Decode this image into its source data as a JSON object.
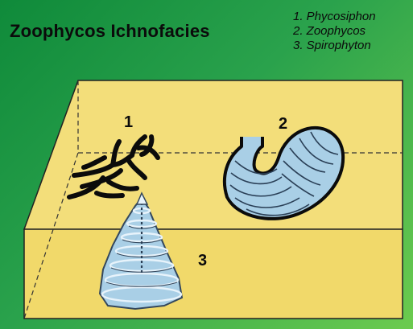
{
  "title": "Zoophycos Ichnofacies",
  "legend": {
    "items": [
      "1. Phycosiphon",
      "2. Zoophycos",
      "3. Spirophyton"
    ]
  },
  "markers": {
    "one": "1",
    "two": "2",
    "three": "3"
  },
  "colors": {
    "background_green": "#2aa24c",
    "sediment_top": "#f3de7a",
    "sediment_front": "#f1d96a",
    "trace_blue": "#a9cfe6",
    "trace_outline": "#0b0b0b"
  }
}
